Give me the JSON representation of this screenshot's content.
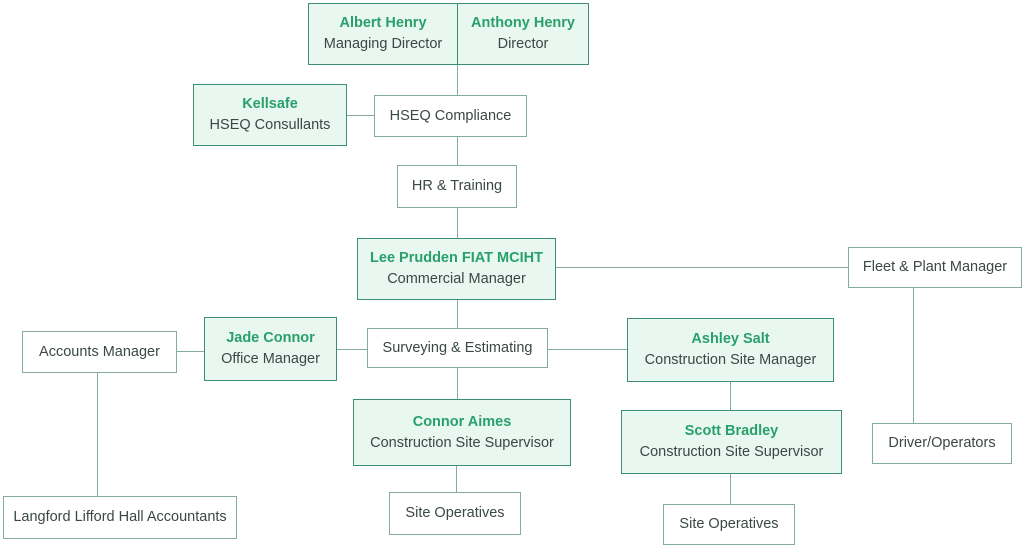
{
  "colors": {
    "highlight_fill": "#e8f7f0",
    "highlight_border": "#3e8e73",
    "plain_border": "#84aaa1",
    "name_green": "#29a06c",
    "text_dark": "#3b4845"
  },
  "org_chart": {
    "nodes": {
      "albert": {
        "name": "Albert Henry",
        "title": "Managing Director"
      },
      "anthony": {
        "name": "Anthony Henry",
        "title": "Director"
      },
      "kellsafe": {
        "name": "Kellsafe",
        "title": "HSEQ Consullants"
      },
      "hseq_compliance": {
        "label": "HSEQ Compliance"
      },
      "hr_training": {
        "label": "HR & Training"
      },
      "lee": {
        "name": "Lee Prudden FIAT MCIHT",
        "title": "Commercial Manager"
      },
      "fleet": {
        "label": "Fleet & Plant Manager"
      },
      "accounts": {
        "label": "Accounts Manager"
      },
      "jade": {
        "name": "Jade Connor",
        "title": "Office Manager"
      },
      "surveying": {
        "label": "Surveying & Estimating"
      },
      "ashley": {
        "name": "Ashley Salt",
        "title": "Construction Site Manager"
      },
      "connor": {
        "name": "Connor Aimes",
        "title": "Construction Site Supervisor"
      },
      "scott": {
        "name": "Scott Bradley",
        "title": "Construction Site Supervisor"
      },
      "driver": {
        "label": "Driver/Operators"
      },
      "langford": {
        "label": "Langford Lifford Hall Accountants"
      },
      "site_operatives_left": {
        "label": "Site Operatives"
      },
      "site_operatives_right": {
        "label": "Site Operatives"
      }
    }
  }
}
